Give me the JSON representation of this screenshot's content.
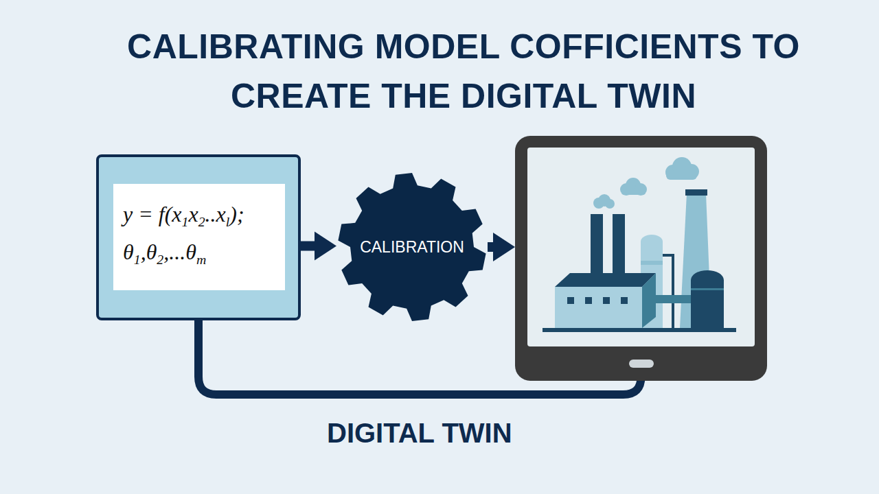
{
  "diagram": {
    "title": "CALIBRATING MODEL COFFICIENTS TO CREATE THE DIGITAL TWIN",
    "nodes": [
      {
        "text": [
          "y = f(x1x2..xl);",
          "θ1,θ2,...θm"
        ]
      },
      {
        "text": [
          "CALIBRATION"
        ]
      },
      {
        "text": []
      }
    ],
    "edges": [
      {
        "from": 0,
        "to": 1,
        "arrow": "to"
      },
      {
        "from": 1,
        "to": 2,
        "arrow": "to"
      },
      {
        "from": 0,
        "to": 2,
        "arrow": "none",
        "label": "DIGITAL TWIN"
      }
    ]
  }
}
